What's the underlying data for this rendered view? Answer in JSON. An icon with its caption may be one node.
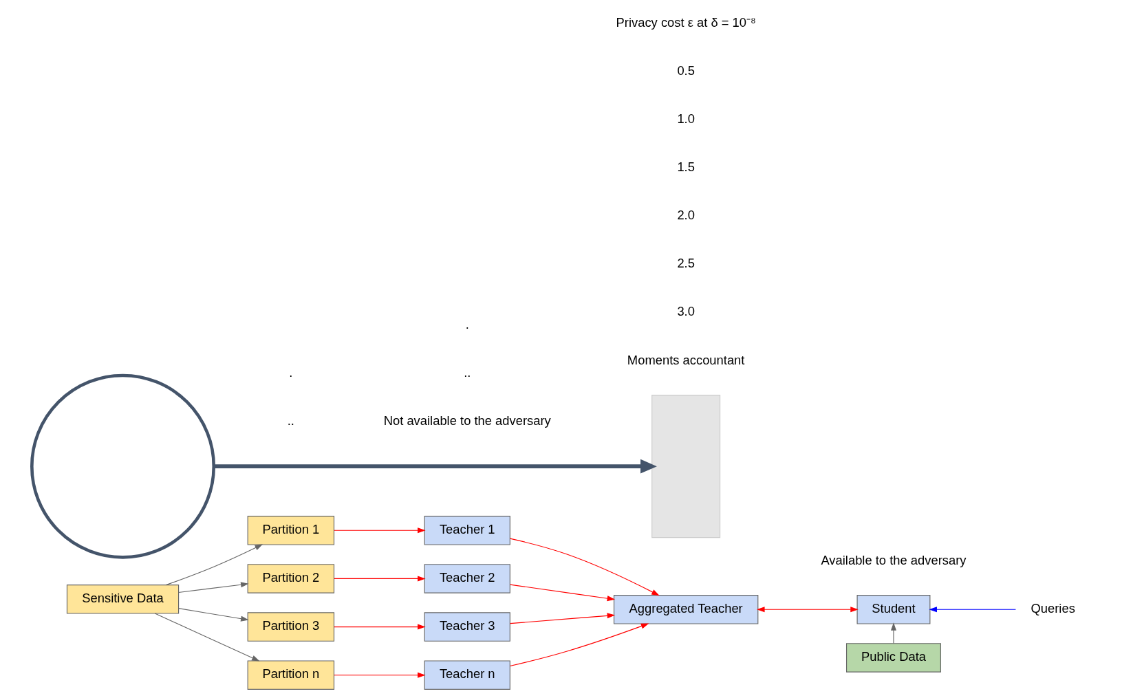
{
  "diagram": {
    "nodes": [
      {
        "text": [
          "Sensitive Data"
        ]
      },
      {
        "text": [
          "Partition 1"
        ]
      },
      {
        "text": [
          "Partition 2"
        ]
      },
      {
        "text": [
          "Partition 3"
        ]
      },
      {
        "text": [
          "Partition n"
        ]
      },
      {
        "text": [
          "Teacher 1"
        ]
      },
      {
        "text": [
          "Teacher 2"
        ]
      },
      {
        "text": [
          "Teacher 3"
        ]
      },
      {
        "text": [
          "Teacher n"
        ]
      },
      {
        "text": [
          "Aggregated Teacher"
        ]
      },
      {
        "text": [
          "Student"
        ]
      },
      {
        "text": [
          "Public Data"
        ]
      },
      {
        "text": [
          "Queries"
        ]
      },
      {
        "text": [],
        "shape": "circle"
      },
      {
        "text": [],
        "shape": "box"
      }
    ],
    "edges": [
      {
        "from": 0,
        "to": 1,
        "arrow": "to",
        "color": "#666666"
      },
      {
        "from": 0,
        "to": 2,
        "arrow": "to",
        "color": "#666666"
      },
      {
        "from": 0,
        "to": 3,
        "arrow": "to",
        "color": "#666666"
      },
      {
        "from": 0,
        "to": 4,
        "arrow": "to",
        "color": "#666666"
      },
      {
        "from": 1,
        "to": 5,
        "arrow": "to"
      },
      {
        "from": 2,
        "to": 6,
        "arrow": "to"
      },
      {
        "from": 3,
        "to": 7,
        "arrow": "to"
      },
      {
        "from": 4,
        "to": 8,
        "arrow": "to"
      },
      {
        "from": 5,
        "to": 9,
        "arrow": "to"
      },
      {
        "from": 6,
        "to": 9,
        "arrow": "to"
      },
      {
        "from": 7,
        "to": 9,
        "arrow": "to"
      },
      {
        "from": 8,
        "to": 9,
        "arrow": "to"
      },
      {
        "from": 9,
        "to": 10,
        "arrow": "both"
      },
      {
        "from": 11,
        "to": 10,
        "arrow": "to",
        "color": "#666666"
      },
      {
        "from": 12,
        "to": 10,
        "arrow": "to",
        "color": "#0000ff"
      },
      {
        "from": 13,
        "to": 14,
        "arrow": "to",
        "style": "thick",
        "color": "#44546a"
      }
    ],
    "labels": [
      "Not available to the adversary",
      "Available to the adversary",
      "..",
      ".",
      "..",
      ".",
      "Moments accountant",
      "3.0",
      "2.5",
      "2.0",
      "1.5",
      "1.0",
      "0.5",
      "Privacy cost ε at δ = 10⁻⁸"
    ]
  }
}
